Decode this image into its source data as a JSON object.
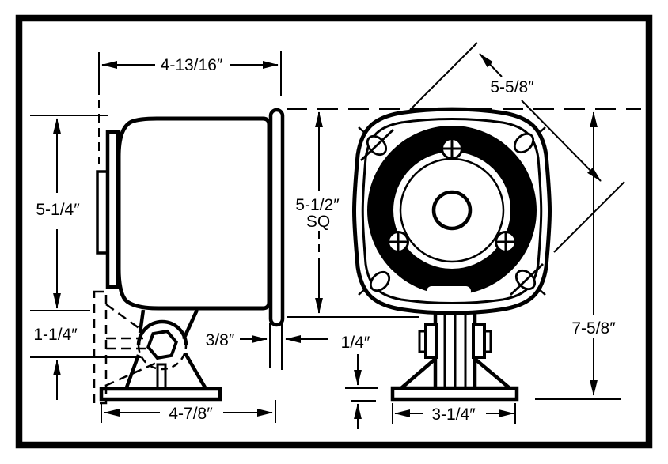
{
  "drawing": {
    "kind": "technical dimension drawing",
    "subject": "swivel-mount loudspeaker, side view and front view",
    "colors": {
      "ink": "#000000",
      "paper": "#ffffff"
    }
  },
  "side_view": {
    "dims": {
      "depth_top": "4-13/16″",
      "body_height": "5-1/4″",
      "bracket_drop": "1-1/4″",
      "rim_thickness": "3/8″",
      "overall_depth": "4-7/8″"
    }
  },
  "front_view": {
    "dims": {
      "face_size": "5-1/2″",
      "face_size_qualifier": "SQ",
      "corner_diagonal": "5-5/8″",
      "overall_height": "7-5/8″",
      "base_thickness": "1/4″",
      "base_width": "3-1/4″"
    }
  }
}
